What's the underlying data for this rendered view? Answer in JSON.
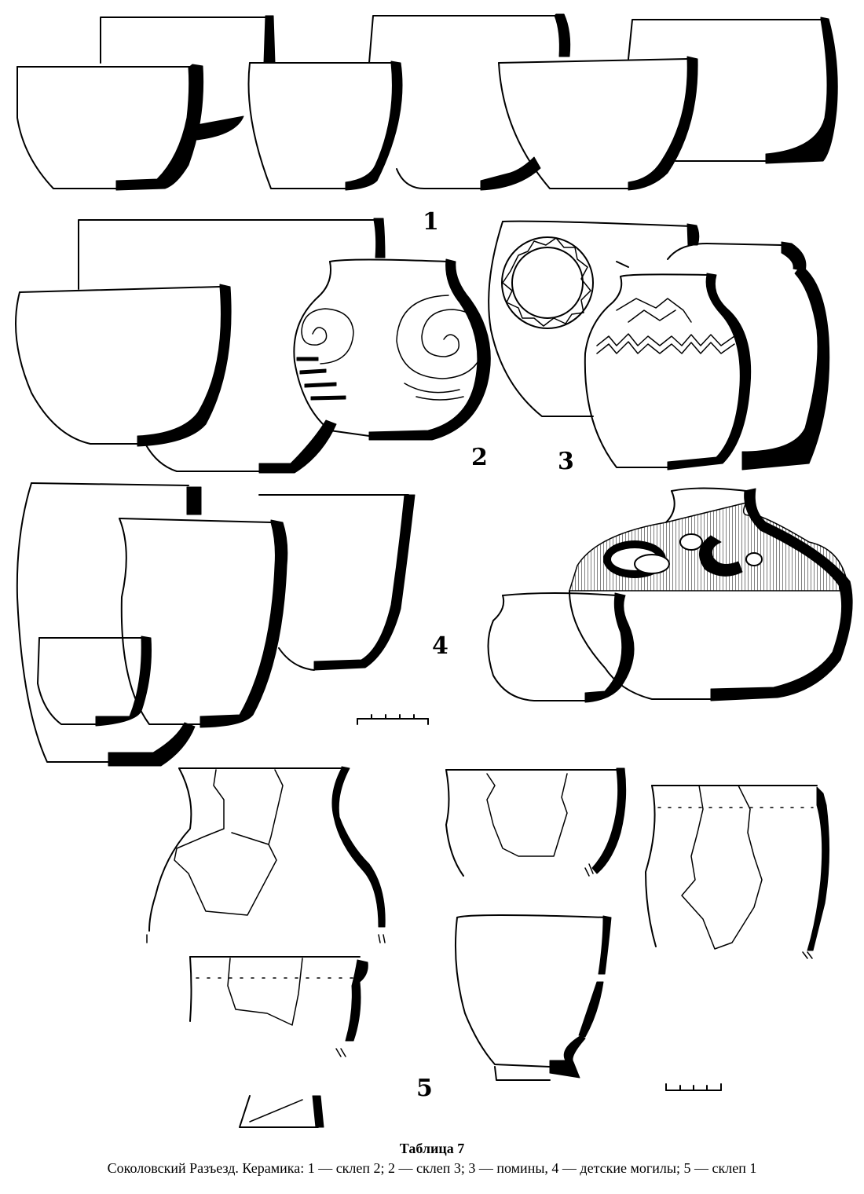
{
  "labels": {
    "group1": "1",
    "group2": "2",
    "group3": "3",
    "group4": "4",
    "group5": "5"
  },
  "caption": {
    "title": "Таблица 7",
    "text": "Соколовский Разъезд. Керамика: 1 — склеп 2; 2 — склеп 3; 3 — помины, 4 — детские могилы; 5 — склеп 1"
  }
}
